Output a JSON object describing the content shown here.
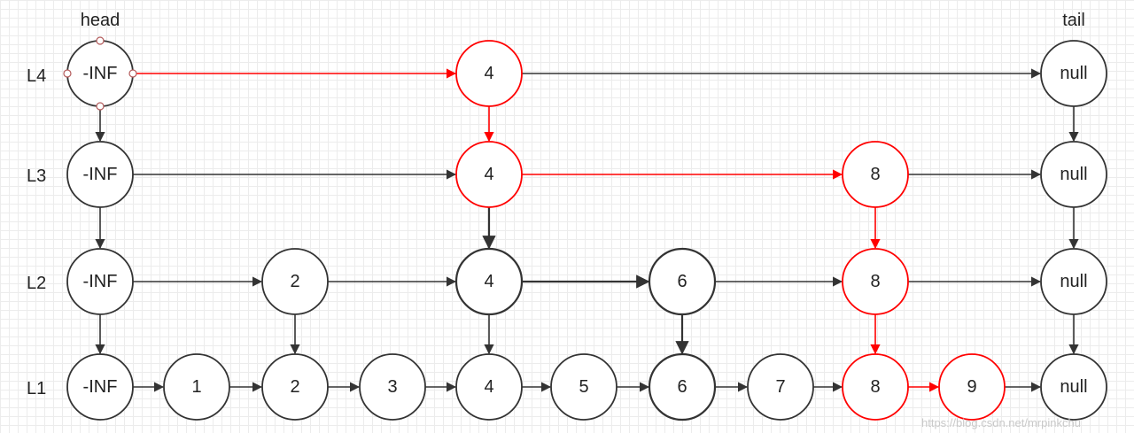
{
  "header": {
    "head_label": "head",
    "tail_label": "tail"
  },
  "levels": [
    "L4",
    "L3",
    "L2",
    "L1"
  ],
  "colors": {
    "normal": "#333333",
    "highlight": "#ff0000",
    "selection_handle": "#b35a5a"
  },
  "nodes": {
    "L4": [
      {
        "value": "-INF",
        "kind": "head",
        "selected": true
      },
      {
        "value": "4",
        "highlight": true
      },
      {
        "value": "null",
        "kind": "tail"
      }
    ],
    "L3": [
      {
        "value": "-INF",
        "kind": "head"
      },
      {
        "value": "4",
        "highlight": true
      },
      {
        "value": "8",
        "highlight": true
      },
      {
        "value": "null",
        "kind": "tail"
      }
    ],
    "L2": [
      {
        "value": "-INF",
        "kind": "head"
      },
      {
        "value": "2"
      },
      {
        "value": "4",
        "bold": true
      },
      {
        "value": "6",
        "bold": true
      },
      {
        "value": "8",
        "highlight": true
      },
      {
        "value": "null",
        "kind": "tail"
      }
    ],
    "L1": [
      {
        "value": "-INF",
        "kind": "head"
      },
      {
        "value": "1"
      },
      {
        "value": "2"
      },
      {
        "value": "3"
      },
      {
        "value": "4"
      },
      {
        "value": "5"
      },
      {
        "value": "6",
        "bold": true
      },
      {
        "value": "7"
      },
      {
        "value": "8",
        "highlight": true
      },
      {
        "value": "9",
        "highlight": true
      },
      {
        "value": "null",
        "kind": "tail"
      }
    ]
  },
  "watermark": "https://blog.csdn.net/mrpinkchu"
}
